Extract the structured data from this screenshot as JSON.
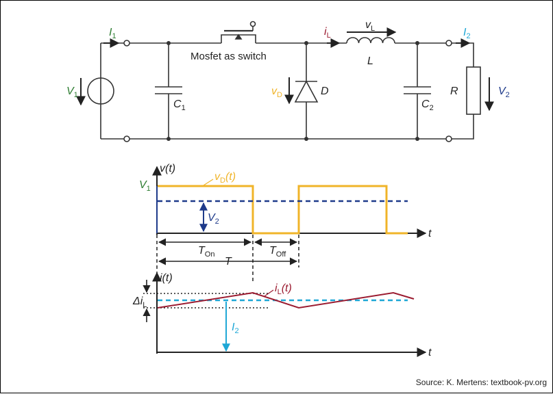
{
  "colors": {
    "wire": "#333333",
    "green": "#2e7d32",
    "yellow": "#f0b429",
    "crimson": "#9b1b30",
    "cyan": "#1ea7d6",
    "navy": "#1e3a8a"
  },
  "circuit": {
    "I1": {
      "main": "I",
      "sub": "1"
    },
    "V1": {
      "main": "V",
      "sub": "1"
    },
    "C1": {
      "main": "C",
      "sub": "1"
    },
    "switch_label": "Mosfet as switch",
    "iL": {
      "main": "i",
      "sub": "L"
    },
    "vL": {
      "main": "v",
      "sub": "L"
    },
    "L": "L",
    "vD": {
      "main": "v",
      "sub": "D"
    },
    "D": "D",
    "C2": {
      "main": "C",
      "sub": "2"
    },
    "I2": {
      "main": "I",
      "sub": "2"
    },
    "R": "R",
    "V2": {
      "main": "V",
      "sub": "2"
    }
  },
  "voltage_plot": {
    "y_axis": "v(t)",
    "x_axis": "t",
    "V1": {
      "main": "V",
      "sub": "1"
    },
    "vD_t": {
      "main": "v",
      "sub": "D",
      "tail": "(t)"
    },
    "V2": {
      "main": "V",
      "sub": "2"
    },
    "T_on": {
      "main": "T",
      "sub": "On"
    },
    "T": "T",
    "T_off": {
      "main": "T",
      "sub": "Off"
    }
  },
  "current_plot": {
    "y_axis": "i(t)",
    "x_axis": "t",
    "iL_t": {
      "main": "i",
      "sub": "L",
      "tail": "(t)"
    },
    "delta_iL": {
      "main": "Δi",
      "sub": "L"
    },
    "I2": {
      "main": "I",
      "sub": "2"
    }
  },
  "source": "Source: K. Mertens: textbook-pv.org"
}
